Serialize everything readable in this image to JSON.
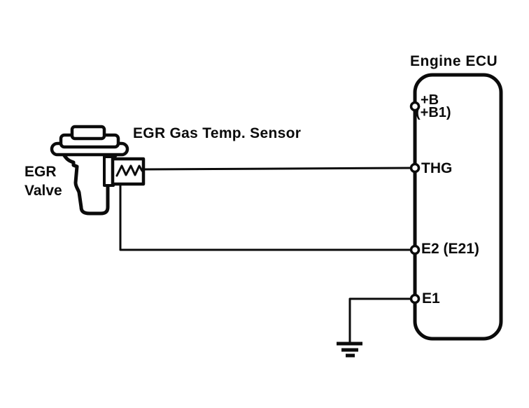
{
  "diagram": {
    "type": "wiring-diagram",
    "colors": {
      "line": "#0b0b0b",
      "background": "#ffffff"
    },
    "ecu": {
      "title": "Engine ECU",
      "terminals": [
        {
          "label": "+B",
          "sublabel": "(+B1)"
        },
        {
          "label": "THG"
        },
        {
          "label": "E2 (E21)"
        },
        {
          "label": "E1"
        }
      ]
    },
    "components": {
      "egr_valve": {
        "label_line1": "EGR",
        "label_line2": "Valve"
      },
      "egr_gas_temp_sensor": {
        "label": "EGR Gas Temp. Sensor"
      }
    },
    "connections": [
      {
        "from": "EGR Gas Temp. Sensor",
        "to": "THG"
      },
      {
        "from": "EGR Gas Temp. Sensor",
        "to": "E2 (E21)"
      },
      {
        "from": "E1",
        "to": "ground"
      }
    ]
  }
}
